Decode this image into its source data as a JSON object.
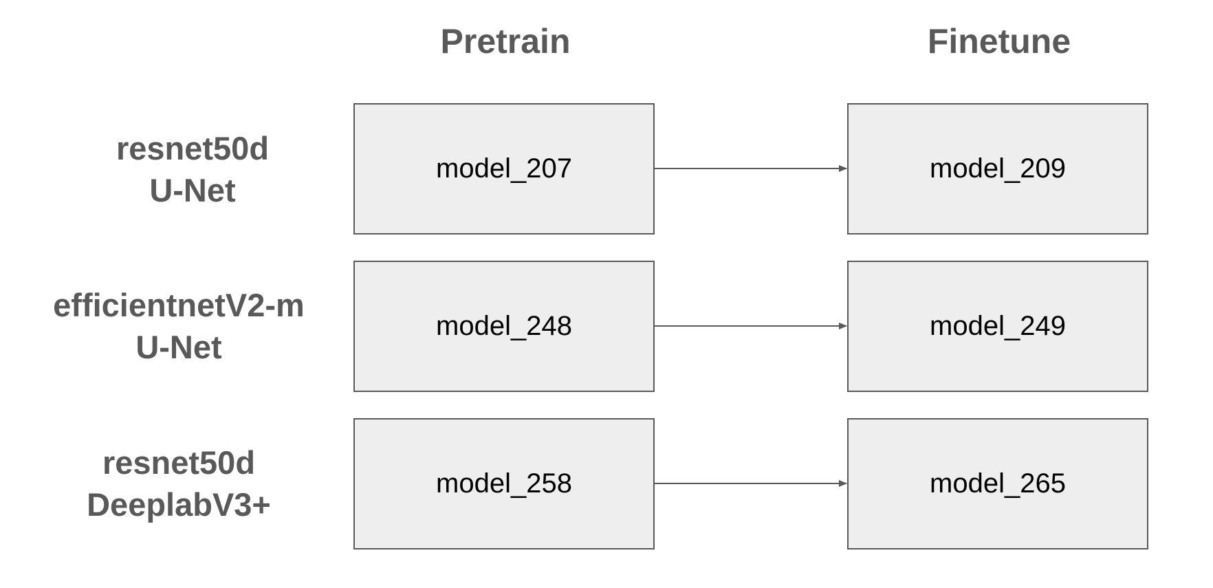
{
  "headers": {
    "pretrain": "Pretrain",
    "finetune": "Finetune"
  },
  "rows": [
    {
      "label_line1": "resnet50d",
      "label_line2": "U-Net",
      "pretrain_model": "model_207",
      "finetune_model": "model_209"
    },
    {
      "label_line1": "efficientnetV2-m",
      "label_line2": "U-Net",
      "pretrain_model": "model_248",
      "finetune_model": "model_249"
    },
    {
      "label_line1": "resnet50d",
      "label_line2": "DeeplabV3+",
      "pretrain_model": "model_258",
      "finetune_model": "model_265"
    }
  ],
  "colors": {
    "box_fill": "#eeeeee",
    "box_border": "#595959",
    "label_text": "#595959",
    "arrow": "#595959"
  }
}
